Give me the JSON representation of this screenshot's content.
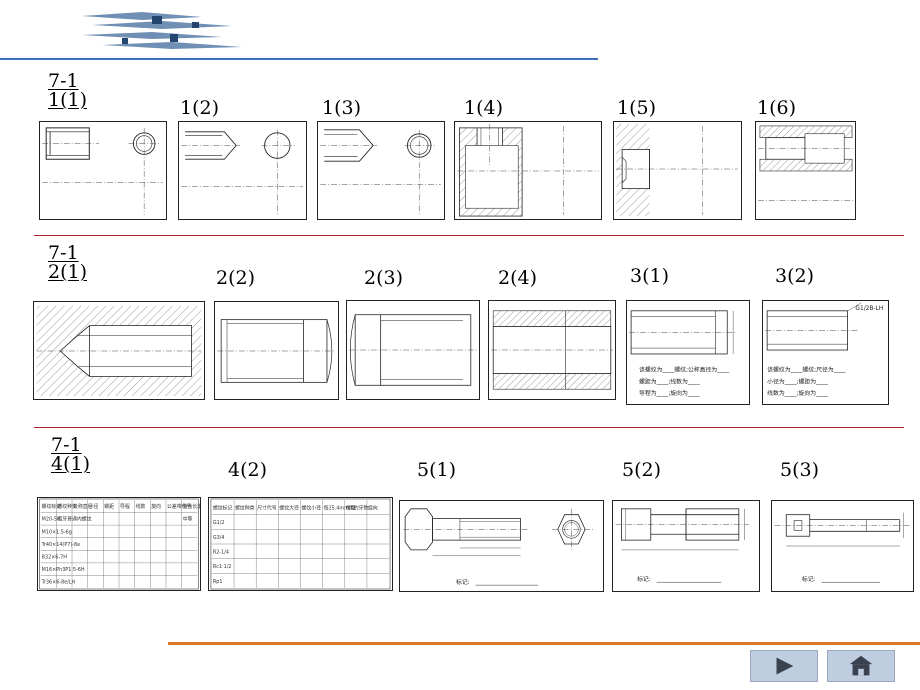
{
  "sections": [
    {
      "title": "7-1",
      "first_label": "1(1)"
    },
    {
      "title": "7-1",
      "first_label": "2(1)"
    },
    {
      "title": "7-1",
      "first_label": "4(1)"
    }
  ],
  "row1_labels": [
    "1(2)",
    "1(3)",
    "1(4)",
    "1(5)",
    "1(6)"
  ],
  "row2_labels": [
    "2(2)",
    "2(3)",
    "2(4)",
    "3(1)",
    "3(2)"
  ],
  "row3_labels": [
    "4(2)",
    "5(1)",
    "5(2)",
    "5(3)"
  ],
  "thumb_text": {
    "t31": {
      "line1": "该螺纹为____螺纹;公称直径为____",
      "line2": "螺距为____;线数为____",
      "line3": "导程为____;旋向为____"
    },
    "t32": {
      "corner": "G1/2B-LH",
      "line1": "该螺纹为____螺纹;尺径为____",
      "line2": "小径为____;螺距为____",
      "line3": "线数为____;旋向为____"
    },
    "t41": {
      "headers": [
        "螺纹标记",
        "螺纹种类",
        "公称直径",
        "小径",
        "螺距",
        "导程",
        "线数",
        "旋向",
        "公差带代号",
        "旋合长度"
      ],
      "rows": [
        "M20-5H",
        "M10×1.5-6g",
        "Tr40×14(P7)-8e",
        "B32×6-7H",
        "M16×Ph3P1.5-6H",
        "Tr36×6-8e/LH"
      ],
      "row1_cell": "粗牙普通内螺纹",
      "row1_end": "中等"
    },
    "t42": {
      "headers": [
        "螺纹标记",
        "螺纹种类",
        "尺寸代号",
        "螺纹大径",
        "螺纹小径",
        "每25.4mm内的牙数",
        "螺距",
        "旋向"
      ],
      "rows": [
        "G1/2",
        "G3/4",
        "R2-1/4",
        "Rc1 1/2",
        "Rp1"
      ]
    },
    "mark_label": "标记:"
  },
  "colors": {
    "top_rule": "#3f6fb3",
    "row_rule": "#b22222",
    "bottom_rule": "#d97a2a",
    "nav_button": "#bfcde0"
  },
  "nav": {
    "next_icon": "play-arrow-icon",
    "home_icon": "home-icon"
  }
}
